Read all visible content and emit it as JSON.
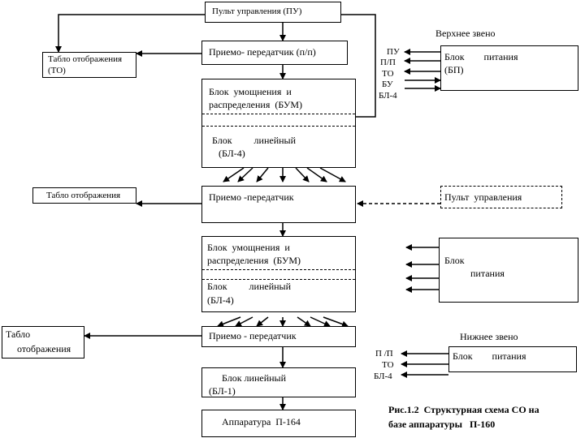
{
  "top_panel": "Пульт управления (ПУ)",
  "upper": {
    "label": "Верхнее звено",
    "display": [
      "Табло отображения",
      "(ТО)"
    ],
    "transceiver": "Приемо- передатчик (п/п)",
    "bum": [
      "Блок  умощнения  и",
      "распределения  (БУМ)"
    ],
    "bl4": [
      "Блок         линейный",
      "(БЛ-4)"
    ],
    "signals": [
      "ПУ",
      "П/П",
      "ТО",
      "БУ",
      "БЛ-4"
    ],
    "power": [
      "Блок        питания",
      "(БП)"
    ]
  },
  "middle": {
    "display": "Табло отображения",
    "transceiver": "Приемо -передатчик",
    "remote": "Пульт  управления",
    "bum": [
      "Блок  умощнения  и",
      "распределения  (БУМ)"
    ],
    "bl4": [
      "Блок         линейный",
      "(БЛ-4)"
    ],
    "power": [
      "Блок",
      "питания"
    ]
  },
  "lower": {
    "label": "Нижнее звено",
    "display": [
      "Табло",
      "отображения"
    ],
    "transceiver": "Приемо - передатчик",
    "bl1": [
      "Блок линейный",
      "(БЛ-1)"
    ],
    "equipment": "Аппаратура  П-164",
    "signals": [
      "П /П",
      "ТО",
      "БЛ-4"
    ],
    "power": "Блок        питания"
  },
  "caption": [
    "Рис.1.2  Структурная схема СО на",
    "базе аппаратуры   П-160"
  ]
}
